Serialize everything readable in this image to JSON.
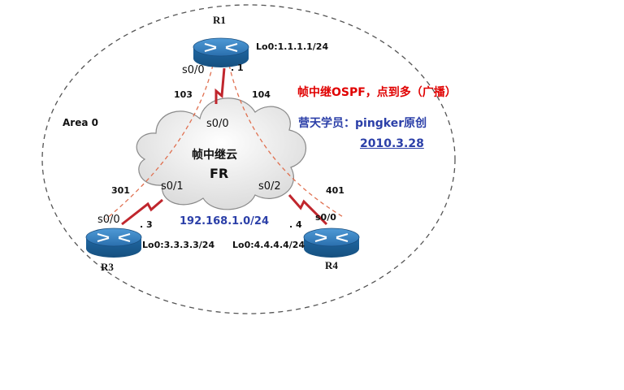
{
  "title_line": "帧中继OSPF，点到多（广播）",
  "author_line": "营天学员：pingker原创",
  "date_line": "2010.3.28",
  "area_label": "Area 0",
  "cloud": {
    "line1": "帧中继云",
    "line2": "FR"
  },
  "network_label": "192.168.1.0/24",
  "routers": [
    {
      "name": "R1",
      "loopback": "Lo0:1.1.1.1/24",
      "interface": "s0/0",
      "host": ". 1"
    },
    {
      "name": "R3",
      "loopback": "Lo0:3.3.3.3/24",
      "interface": "s0/0",
      "host": ". 3"
    },
    {
      "name": "R4",
      "loopback": "Lo0:4.4.4.4/24",
      "interface": "s0/0",
      "host": ". 4"
    }
  ],
  "fr_ports": {
    "top": "s0/0",
    "left": "s0/1",
    "right": "s0/2"
  },
  "dlci": {
    "r1_to_r3": "103",
    "r1_to_r4": "104",
    "r3_to_r1": "301",
    "r4_to_r1": "401"
  },
  "colors": {
    "title": "#e00000",
    "author": "#2b3fa8",
    "serial_link": "#c0262d",
    "pvc": "#e07050",
    "router_top": "#2b7ab8",
    "router_side": "#1a5c94",
    "cloud_fill": "#e4e4e4"
  }
}
